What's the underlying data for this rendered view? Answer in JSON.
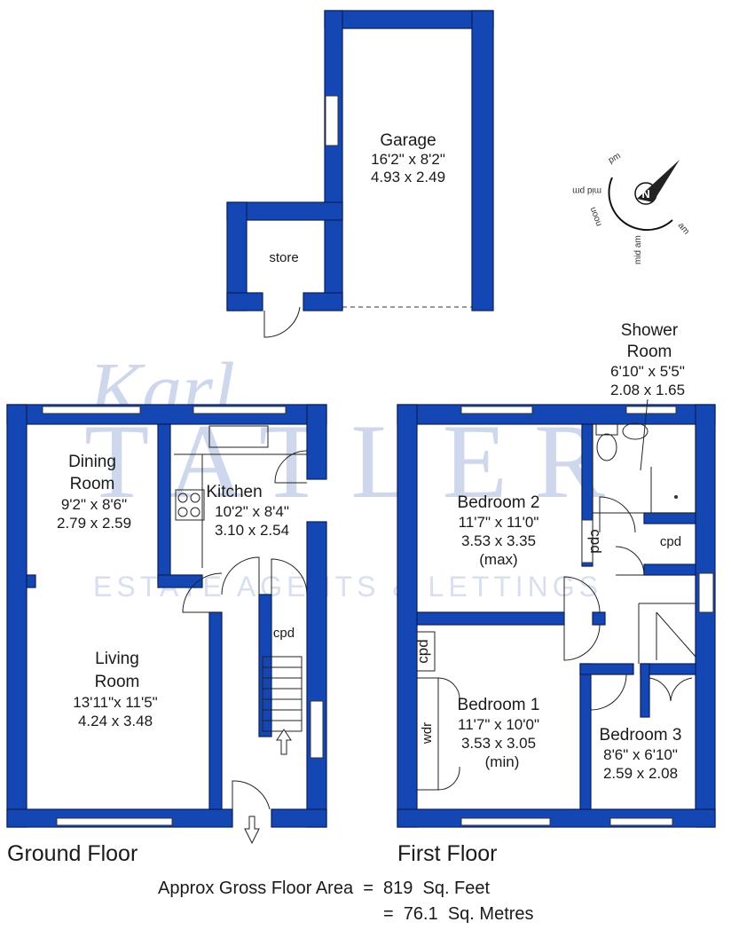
{
  "garage": {
    "name": "Garage",
    "imperial": "16'2\" x 8'2\"",
    "metric": "4.93 x 2.49"
  },
  "store": {
    "name": "store"
  },
  "dining": {
    "name1": "Dining",
    "name2": "Room",
    "imperial": "9'2\" x 8'6\"",
    "metric": "2.79 x 2.59"
  },
  "kitchen": {
    "name": "Kitchen",
    "imperial": "10'2\" x 8'4\"",
    "metric": "3.10 x 2.54"
  },
  "living": {
    "name1": "Living",
    "name2": "Room",
    "imperial": "13'11\"x 11'5\"",
    "metric": "4.24 x 3.48"
  },
  "ground_cpd": "cpd",
  "shower": {
    "name1": "Shower",
    "name2": "Room",
    "imperial": "6'10\" x 5'5\"",
    "metric": "2.08 x 1.65"
  },
  "bedroom2": {
    "name": "Bedroom 2",
    "imperial": "11'7\" x 11'0\"",
    "metric": "3.53 x 3.35",
    "note": "(max)"
  },
  "bedroom1": {
    "name": "Bedroom 1",
    "imperial": "11'7\" x 10'0\"",
    "metric": "3.53 x 3.05",
    "note": "(min)"
  },
  "bedroom3": {
    "name": "Bedroom 3",
    "imperial": "8'6\" x 6'10\"",
    "metric": "2.59 x 2.08"
  },
  "first_cpd_labels": [
    "cpd",
    "cpd",
    "cpd"
  ],
  "wdr": "wdr",
  "ground_floor": "Ground Floor",
  "first_floor": "First Floor",
  "area_line1": "Approx Gross Floor Area  =  819  Sq. Feet",
  "area_line2": "=  76.1  Sq. Metres",
  "compass": {
    "north": "N",
    "pm": "pm",
    "mid_pm": "mid pm",
    "noon": "noon",
    "mid_am": "mid am",
    "am": "am"
  },
  "watermark": {
    "script": "Karl",
    "name": "TATLER",
    "tagline": "ESTATE AGENTS & LETTINGS"
  },
  "colors": {
    "wall": "#1446b4",
    "outline": "#0a1e5a",
    "watermark": "#c9d3ea"
  }
}
